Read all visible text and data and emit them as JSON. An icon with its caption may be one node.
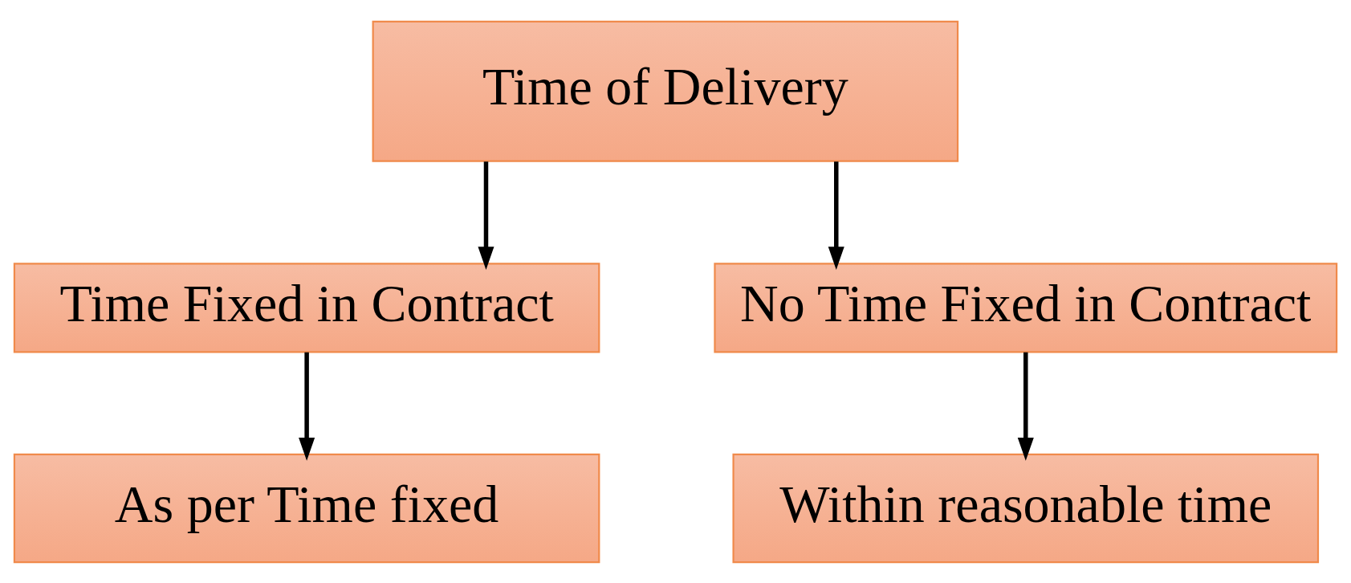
{
  "diagram": {
    "nodes": [
      {
        "text": [
          "Time of Delivery"
        ]
      },
      {
        "text": [
          "Time Fixed in Contract"
        ]
      },
      {
        "text": [
          "No Time Fixed in Contract"
        ]
      },
      {
        "text": [
          "As per Time fixed"
        ]
      },
      {
        "text": [
          "Within reasonable time"
        ]
      }
    ],
    "edges": [
      {
        "from": 0,
        "to": 1,
        "arrow": "to"
      },
      {
        "from": 0,
        "to": 2,
        "arrow": "to"
      },
      {
        "from": 1,
        "to": 3,
        "arrow": "to"
      },
      {
        "from": 2,
        "to": 4,
        "arrow": "to"
      }
    ]
  }
}
